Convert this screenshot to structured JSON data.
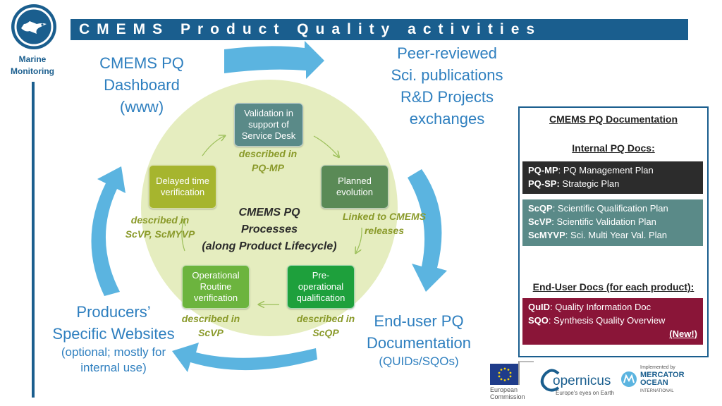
{
  "title": "CMEMS Product Quality activities",
  "sidebar": {
    "label_line1": "Marine",
    "label_line2": "Monitoring"
  },
  "outer": {
    "dashboard": [
      "CMEMS PQ",
      "Dashboard",
      "(www)"
    ],
    "peer": [
      "Peer-reviewed",
      "Sci. publications",
      "R&D Projects",
      "exchanges"
    ],
    "producers": [
      "Producers’",
      "Specific Websites"
    ],
    "producers_note": [
      "(optional; mostly for",
      "internal use)"
    ],
    "enduser": [
      "End-user PQ",
      "Documentation"
    ],
    "enduser_note": "(QUIDs/SQOs)"
  },
  "processes": {
    "center": [
      "CMEMS PQ",
      "Processes",
      "(along Product Lifecycle)"
    ],
    "validation": "Validation in support of Service Desk",
    "planned": "Planned evolution",
    "delayed": "Delayed time verification",
    "preop": "Pre-operational qualification",
    "oprv": "Operational Routine verification",
    "desc_pqmp": [
      "described in",
      "PQ-MP"
    ],
    "linked": [
      "Linked to CMEMS",
      "releases"
    ],
    "desc_scvp_scmyvp": [
      "described in",
      "ScVP, ScMYVP"
    ],
    "desc_scvp": [
      "described in",
      "ScVP"
    ],
    "desc_scqp": [
      "described in",
      "ScQP"
    ]
  },
  "docs": {
    "header": "CMEMS PQ Documentation",
    "internal_head": "Internal PQ Docs:",
    "internal1": [
      {
        "abbr": "PQ-MP",
        "text": ": PQ Management Plan"
      },
      {
        "abbr": "PQ-SP:",
        "text": " Strategic Plan"
      }
    ],
    "internal2": [
      {
        "abbr": "ScQP",
        "text": ": Scientific Qualification Plan"
      },
      {
        "abbr": "ScVP",
        "text": ": Scientific Validation Plan"
      },
      {
        "abbr": "ScMYVP",
        "text": ": Sci. Multi Year Val. Plan"
      }
    ],
    "enduser_head": "End-User Docs (for each product):",
    "enduser": [
      {
        "abbr": "QuID",
        "text": ": Quality Information Doc"
      },
      {
        "abbr": "SQO",
        "text": ": Synthesis Quality Overview"
      }
    ],
    "new_label": "(New!)"
  },
  "footer": {
    "eu": [
      "European",
      "Commission"
    ],
    "copernicus": "opernicus",
    "copernicus_tag": "Europe's eyes on Earth",
    "mercator_small": "Implemented by",
    "mercator": [
      "MERCATOR",
      "OCEAN"
    ],
    "mercator_sub": "INTERNATIONAL"
  },
  "colors": {
    "brand_blue": "#1a5e8e",
    "arrow_blue": "#5bb4e0",
    "teal": "#5a8a88",
    "green": "#5a8a56",
    "olive": "#a6b52e",
    "bright_green": "#1ea03c",
    "dark_box": "#2c2c2c",
    "maroon": "#8a1538"
  }
}
